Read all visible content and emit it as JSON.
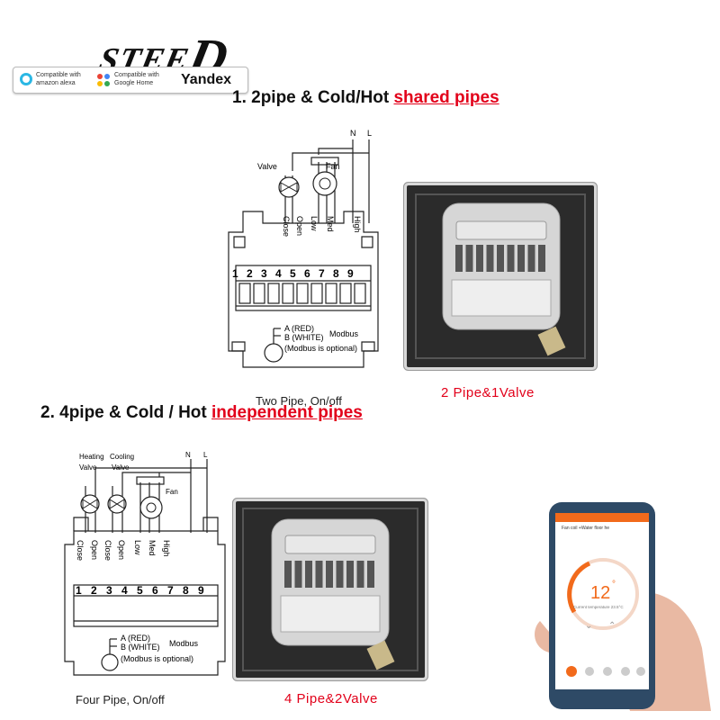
{
  "logo": {
    "text": "STEE",
    "accent": "D"
  },
  "compat": {
    "alexa_line1": "Compatible with",
    "alexa_line2": "amazon alexa",
    "google_line1": "Compatible with",
    "google_line2": "Google Home",
    "yandex": "Yandex"
  },
  "section1": {
    "heading_prefix": "1. 2pipe & Cold/Hot ",
    "heading_highlight": "shared pipes",
    "caption": "Two Pipe, On/off",
    "photo_caption": "2 Pipe&1Valve"
  },
  "section2": {
    "heading_prefix": "2. 4pipe & Cold / Hot ",
    "heading_highlight": "independent pipes",
    "caption": "Four Pipe, On/off",
    "photo_caption": "4 Pipe&2Valve"
  },
  "diagram1": {
    "valve": "Valve",
    "fan": "Fan",
    "n": "N",
    "l": "L",
    "terminal_labels": [
      "Close",
      "Open",
      "Low",
      "Med",
      "High"
    ],
    "numbers": [
      "1",
      "2",
      "3",
      "4",
      "5",
      "6",
      "7",
      "8",
      "9"
    ],
    "modbus_a": "A (RED)",
    "modbus_b": "B (WHITE)",
    "modbus": "Modbus",
    "modbus_note": "(Modbus is optional)"
  },
  "diagram2": {
    "heating_valve_1": "Heating",
    "heating_valve_2": "Valve",
    "cooling_valve_1": "Cooling",
    "cooling_valve_2": "Valve",
    "fan": "Fan",
    "n": "N",
    "l": "L",
    "terminal_labels": [
      "Close",
      "Open",
      "Close",
      "Open",
      "Low",
      "Med",
      "High"
    ],
    "numbers": [
      "1",
      "2",
      "3",
      "4",
      "5",
      "6",
      "7",
      "8",
      "9"
    ],
    "modbus_a": "A (RED)",
    "modbus_b": "B (WHITE)",
    "modbus": "Modbus",
    "modbus_note": "(Modbus is optional)"
  },
  "phone": {
    "app_title": "Fan coil +Water floor he",
    "temperature": "12",
    "temperature_unit": "°",
    "current_temp_label": "Current temperature 23.5°C"
  },
  "colors": {
    "accent_red": "#e2001a",
    "app_orange": "#f26a1b"
  }
}
